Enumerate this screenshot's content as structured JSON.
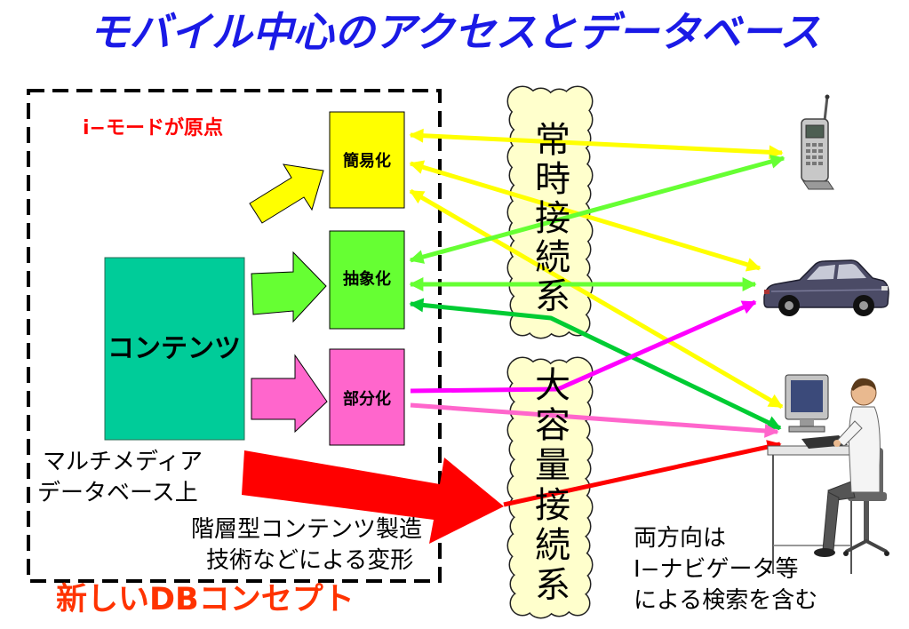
{
  "title": "モバイル中心のアクセスとデータベース",
  "origin_note": "i−モードが原点",
  "boxes": {
    "simplify": "簡易化",
    "abstract": "抽象化",
    "partial": "部分化",
    "contents": "コンテンツ"
  },
  "multimedia_note": [
    "マルチメディア",
    "データベース上"
  ],
  "transform_note": [
    "階層型コンテンツ製造",
    "技術などによる変形"
  ],
  "concept_label": "新しいDBコンセプト",
  "networks": {
    "always_on": "常時接続系",
    "high_capacity": "大容量接続系"
  },
  "search_note": [
    "両方向は",
    "I−ナビゲータ等",
    "による検索を含む"
  ],
  "devices": {
    "phone": "mobile-phone-icon",
    "car": "car-icon",
    "pc_user": "computer-user-icon"
  },
  "colors": {
    "title": "#1a1ae6",
    "origin_note": "#ff0000",
    "concept_label": "#ff3300",
    "simplify": "#ffff00",
    "abstract": "#66ff33",
    "partial": "#ff66cc",
    "contents": "#00cc99",
    "cloud": "#ffffcc",
    "line_yellow": "#ffff00",
    "line_green": "#66ff33",
    "line_dark_green": "#00cc33",
    "line_magenta": "#ff00ff",
    "line_pink": "#ff66cc",
    "line_red": "#ff0000",
    "block_red": "#ff0000"
  }
}
